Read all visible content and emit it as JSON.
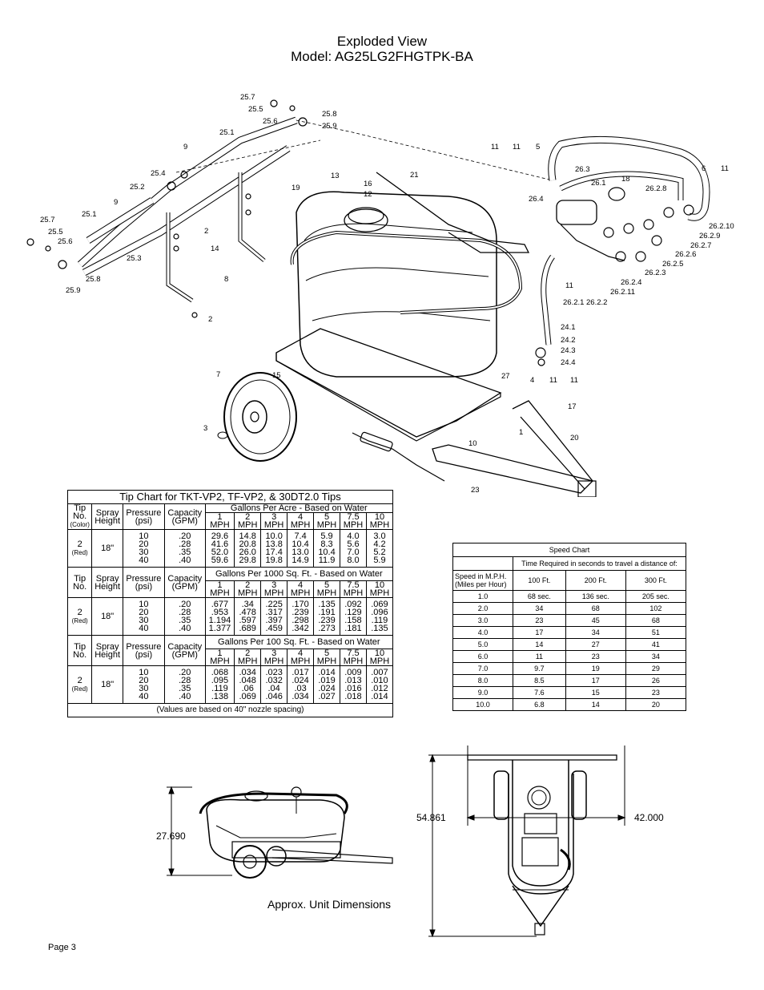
{
  "header": {
    "title": "Exploded View",
    "model": "Model: AG25LG2FHGTPK-BA"
  },
  "callouts": [
    "25.7",
    "25.5",
    "25.6",
    "25.8",
    "25.9",
    "25.1",
    "9",
    "25.4",
    "25.2",
    "25.1",
    "25.3",
    "25.7",
    "25.5",
    "25.6",
    "25.8",
    "25.9",
    "9",
    "2",
    "14",
    "8",
    "2",
    "19",
    "13",
    "16",
    "12",
    "21",
    "11",
    "11",
    "5",
    "26.3",
    "26.1",
    "18",
    "26.2.8",
    "6",
    "11",
    "26.4",
    "26.2.10",
    "26.2.9",
    "26.2.7",
    "26.2.6",
    "26.2.5",
    "26.2.3",
    "26.2.4",
    "26.2.11",
    "26.2.2",
    "26.2.1",
    "11",
    "24.1",
    "24.2",
    "24.3",
    "24.4",
    "4",
    "11",
    "11",
    "7",
    "15",
    "27",
    "17",
    "3",
    "1",
    "20",
    "10",
    "23"
  ],
  "tip_chart": {
    "title": "Tip Chart for TKT-VP2, TF-VP2, & 30DT2.0 Tips",
    "col_tip": "Tip",
    "col_tip2": "No.",
    "col_color": "(Color)",
    "col_spray": "Spray",
    "col_spray2": "Height",
    "col_pressure": "Pressure",
    "col_psi": "(psi)",
    "col_capacity": "Capacity",
    "col_gpm": "(GPM)",
    "speeds": [
      "1",
      "2",
      "3",
      "4",
      "5",
      "7.5",
      "10"
    ],
    "mph": "MPH",
    "sections": [
      {
        "heading": "Gallons Per Acre - Based on Water",
        "tip": "2",
        "color": "(Red)",
        "height": "18\"",
        "pressure": "10\n20\n30\n40",
        "capacity": ".20\n.28\n.35\n.40",
        "cols": [
          "29.6\n41.6\n52.0\n59.6",
          "14.8\n20.8\n26.0\n29.8",
          "10.0\n13.8\n17.4\n19.8",
          "7.4\n10.4\n13.0\n14.9",
          "5.9\n8.3\n10.4\n11.9",
          "4.0\n5.6\n7.0\n8.0",
          "3.0\n4.2\n5.2\n5.9"
        ]
      },
      {
        "heading": "Gallons Per 1000 Sq. Ft. - Based on Water",
        "tip": "2",
        "color": "(Red)",
        "height": "18\"",
        "pressure": "10\n20\n30\n40",
        "capacity": ".20\n.28\n.35\n.40",
        "cols": [
          ".677\n.953\n1.194\n1.377",
          ".34\n.478\n.597\n.689",
          ".225\n.317\n.397\n.459",
          ".170\n.239\n.298\n.342",
          ".135\n.191\n.239\n.273",
          ".092\n.129\n.158\n.181",
          ".069\n.096\n.119\n.135"
        ]
      },
      {
        "heading": "Gallons Per 100 Sq. Ft. - Based on Water",
        "tip": "2",
        "color": "(Red)",
        "height": "18\"",
        "pressure": "10\n20\n30\n40",
        "capacity": ".20\n.28\n.35\n.40",
        "cols": [
          ".068\n.095\n.119\n.138",
          ".034\n.048\n.06\n.069",
          ".023\n.032\n.04\n.046",
          ".017\n.024\n.03\n.034",
          ".014\n.019\n.024\n.027",
          ".009\n.013\n.016\n.018",
          ".007\n.010\n.012\n.014"
        ]
      }
    ],
    "footnote": "(Values are based on 40\" nozzle spacing)"
  },
  "speed_chart": {
    "title": "Speed Chart",
    "subtitle": "Time Required in seconds to travel a distance of:",
    "col1": "Speed in M.P.H.\n(Miles per Hour)",
    "cols": [
      "100 Ft.",
      "200 Ft.",
      "300 Ft."
    ],
    "rows": [
      [
        "1.0",
        "68 sec.",
        "136 sec.",
        "205 sec."
      ],
      [
        "2.0",
        "34",
        "68",
        "102"
      ],
      [
        "3.0",
        "23",
        "45",
        "68"
      ],
      [
        "4.0",
        "17",
        "34",
        "51"
      ],
      [
        "5.0",
        "14",
        "27",
        "41"
      ],
      [
        "6.0",
        "11",
        "23",
        "34"
      ],
      [
        "7.0",
        "9.7",
        "19",
        "29"
      ],
      [
        "8.0",
        "8.5",
        "17",
        "26"
      ],
      [
        "9.0",
        "7.6",
        "15",
        "23"
      ],
      [
        "10.0",
        "6.8",
        "14",
        "20"
      ]
    ]
  },
  "dimensions": {
    "height": "27.690",
    "length": "54.861",
    "width": "42.000",
    "caption": "Approx. Unit Dimensions"
  },
  "footer": {
    "page": "Page 3"
  }
}
